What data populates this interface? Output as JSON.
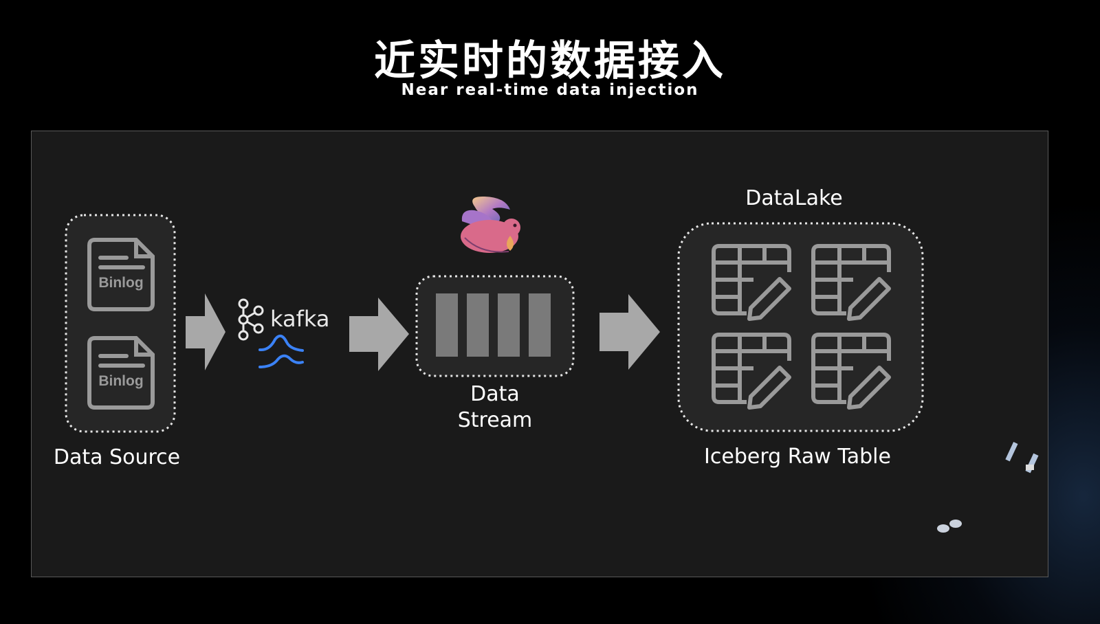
{
  "header": {
    "title": "近实时的数据接入",
    "subtitle": "Near real-time data injection"
  },
  "diagram": {
    "source": {
      "label": "Data Source",
      "files": [
        "Binlog",
        "Binlog"
      ]
    },
    "broker": {
      "name": "kafka"
    },
    "stream": {
      "label_line1": "Data",
      "label_line2": "Stream",
      "bars": 4
    },
    "lake": {
      "top_label": "DataLake",
      "label": "Iceberg Raw Table",
      "tables": 4
    }
  },
  "colors": {
    "background": "#000000",
    "panel": "#1a1a1a",
    "icon": "#9a9a9a",
    "arrow": "#a8a8a8",
    "bar": "#7a7a7a",
    "kafka_accent": "#3b82f6"
  },
  "icons": [
    "file-icon",
    "kafka-logo",
    "flink-logo",
    "table-edit-icon",
    "arrow-right-icon"
  ]
}
